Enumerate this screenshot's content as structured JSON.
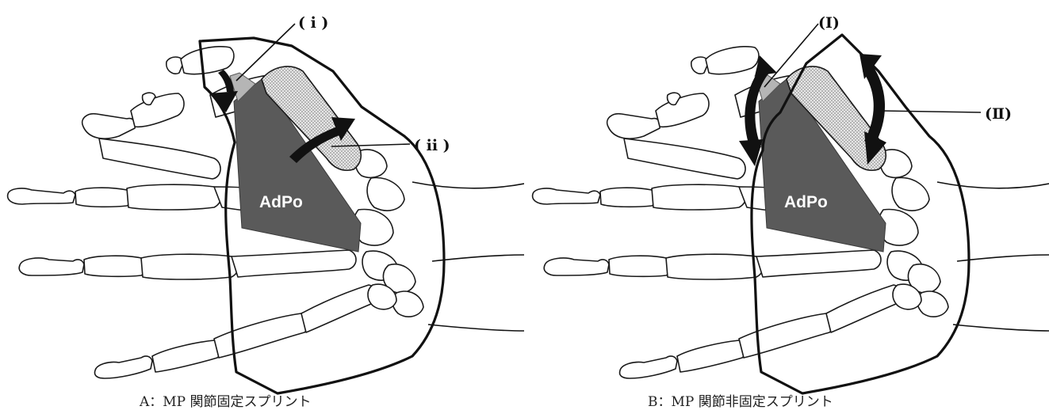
{
  "panels": [
    {
      "caption": "A：MP 関節固定スプリント",
      "muscle_label": "AdPo",
      "markers": [
        "( i )",
        "( ii )"
      ]
    },
    {
      "caption": "B：MP 関節非固定スプリント",
      "muscle_label": "AdPo",
      "markers": [
        "(Ⅰ)",
        "(Ⅱ)"
      ]
    }
  ]
}
